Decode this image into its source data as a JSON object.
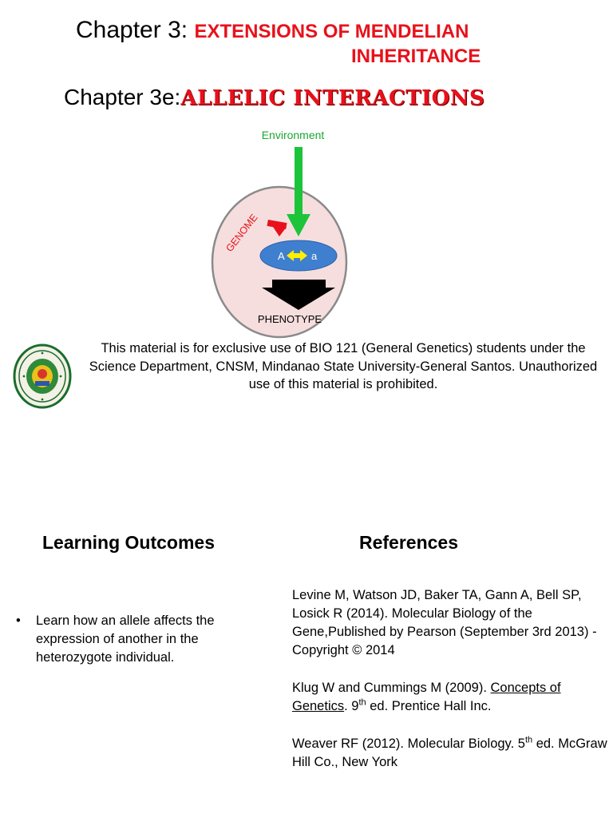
{
  "title": {
    "chapter": "Chapter 3:",
    "subtitle_line1": "EXTENSIONS OF MENDELIAN",
    "subtitle_line2": "INHERITANCE"
  },
  "section": {
    "chapter": "Chapter 3e:",
    "subtitle": "ALLELIC INTERACTIONS"
  },
  "diagram": {
    "environment": "Environment",
    "genome": "GENOME",
    "allele_left": "A",
    "allele_right": "a",
    "phenotype": "PHENOTYPE",
    "colors": {
      "cell_fill": "#f6dede",
      "cell_stroke": "#8a8a8a",
      "nucleus_fill": "#3f7fcf",
      "environment_arrow": "#1cc43a",
      "genome_arrow": "#e8111b",
      "allele_arrow": "#ffee00",
      "phenotype_arrow": "#000000"
    }
  },
  "logo": {
    "icon": "university-seal-icon"
  },
  "disclaimer": "This material is for exclusive use of  BIO 121 (General Genetics) students under the Science Department, CNSM, Mindanao State University-General Santos. Unauthorized use of this material is prohibited.",
  "learning_outcomes": {
    "heading": "Learning Outcomes",
    "items": [
      "Learn how an allele affects the expression of another in the heterozygote individual."
    ]
  },
  "references": {
    "heading": "References",
    "ref1": {
      "part1": "Levine M, Watson JD, Baker TA, Gann A, Bell SP, Losick R (2014). Molecular Biology of the Gene,",
      "part2": "Published by Pearson (September 3rd 2013) - Copyright © 2014"
    },
    "ref2": {
      "pre": "Klug W and Cummings M (2009). ",
      "title": "Concepts of Genetics",
      "mid": ". 9",
      "sup": "th",
      "post": " ed. Prentice Hall Inc."
    },
    "ref3": {
      "pre": "Weaver RF (2012). Molecular Biology. 5",
      "sup": "th",
      "post": " ed. McGraw Hill Co., New York"
    }
  },
  "accent_color": "#e8111b"
}
